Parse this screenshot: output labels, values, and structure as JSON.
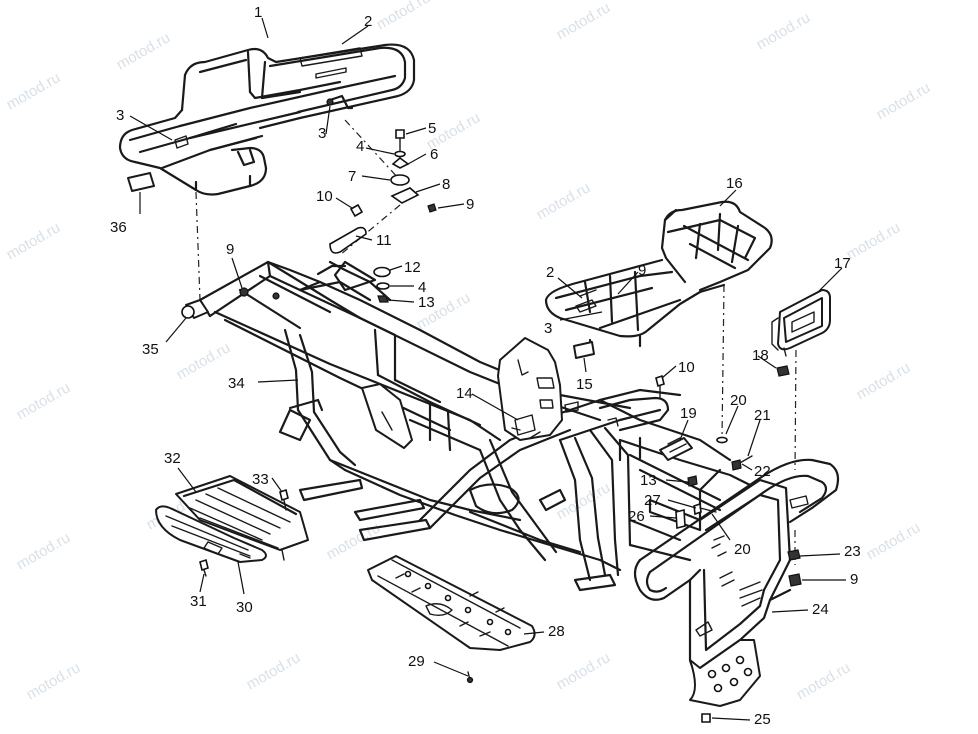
{
  "watermark": "motod.ru",
  "callouts": {
    "c1": "1",
    "c2a": "2",
    "c2b": "2",
    "c3a": "3",
    "c3b": "3",
    "c3c": "3",
    "c4a": "4",
    "c4b": "4",
    "c5": "5",
    "c6": "6",
    "c7": "7",
    "c8": "8",
    "c9a": "9",
    "c9b": "9",
    "c9c": "9",
    "c9d": "9",
    "c10a": "10",
    "c10b": "10",
    "c11": "11",
    "c12": "12",
    "c13a": "13",
    "c13b": "13",
    "c14": "14",
    "c15": "15",
    "c16": "16",
    "c17": "17",
    "c18": "18",
    "c19": "19",
    "c20a": "20",
    "c20b": "20",
    "c21": "21",
    "c22": "22",
    "c23": "23",
    "c24": "24",
    "c25": "25",
    "c26": "26",
    "c27": "27",
    "c28": "28",
    "c29": "29",
    "c30": "30",
    "c31": "31",
    "c32": "32",
    "c33": "33",
    "c34": "34",
    "c35": "35",
    "c36": "36"
  }
}
